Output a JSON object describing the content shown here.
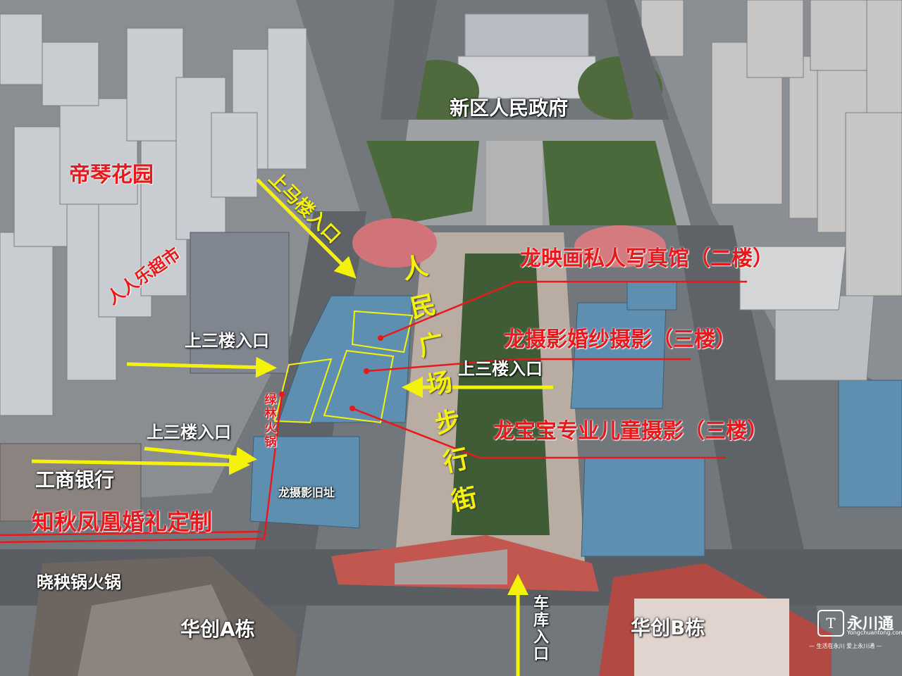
{
  "labels": {
    "gov": "新区人民政府",
    "diqin": "帝琴花园",
    "upper_entrance": "上马楼入口",
    "people_square_street": "人民广场步行街",
    "longying": "龙映画私人写真馆（二楼）",
    "longsheying": "龙摄影婚纱摄影（三楼）",
    "longbaobao": "龙宝宝专业儿童摄影（三楼）",
    "third_floor_1": "上三楼入口",
    "third_floor_2": "上三楼入口",
    "third_floor_3": "上三楼入口",
    "supermarket": "人人乐超市",
    "bank": "工商银行",
    "zhiqiu": "知秋凤凰婚礼定制",
    "lvlin": "绿林火锅",
    "old_site": "龙摄影旧址",
    "xiaoqiu": "晓秧锅火锅",
    "huachuang_a": "华创A栋",
    "huachuang_b": "华创B栋",
    "garage": "车库入口"
  },
  "watermark": {
    "name": "永川通",
    "url": "Yongchuantong.com",
    "slogan": "— 生活在永川  爱上永川通 —",
    "logo_glyph": "T"
  },
  "colors": {
    "red_text": "#e8191c",
    "yellow_text": "#f5f20a",
    "white_text": "#ffffff",
    "roof_blue": "#5f8fb0",
    "plaza": "#b9aca3"
  }
}
